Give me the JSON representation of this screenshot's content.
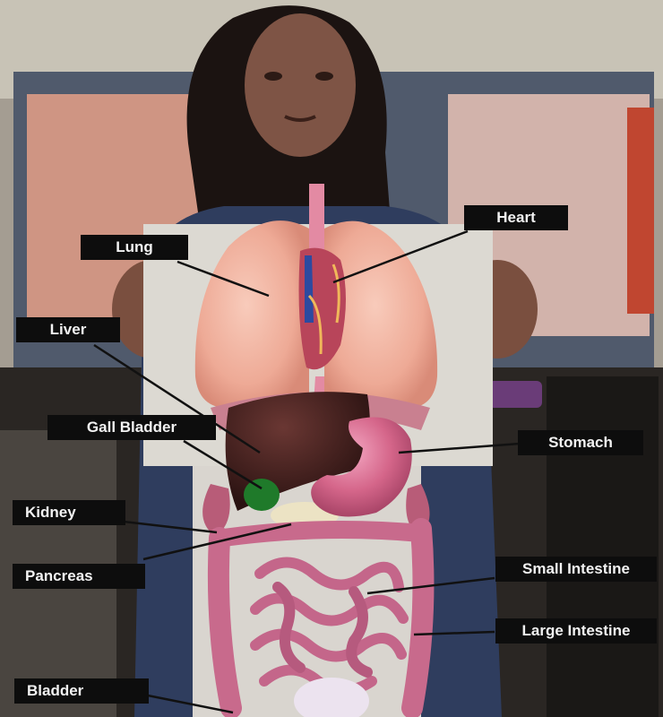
{
  "labels": {
    "heart": "Heart",
    "lung": "Lung",
    "liver": "Liver",
    "gall_bladder": "Gall Bladder",
    "stomach": "Stomach",
    "kidney": "Kidney",
    "pancreas": "Pancreas",
    "small_intestine": "Small Intestine",
    "large_intestine": "Large Intestine",
    "bladder": "Bladder"
  },
  "colors": {
    "label_background": "#0d0d0d",
    "label_text": "#f2f2f2",
    "leader_line": "#111111",
    "lung": "#f1b9a6",
    "liver": "#3d1d1a",
    "stomach": "#d7688a",
    "intestine": "#c4668a",
    "bladder": "#ece3ef"
  }
}
